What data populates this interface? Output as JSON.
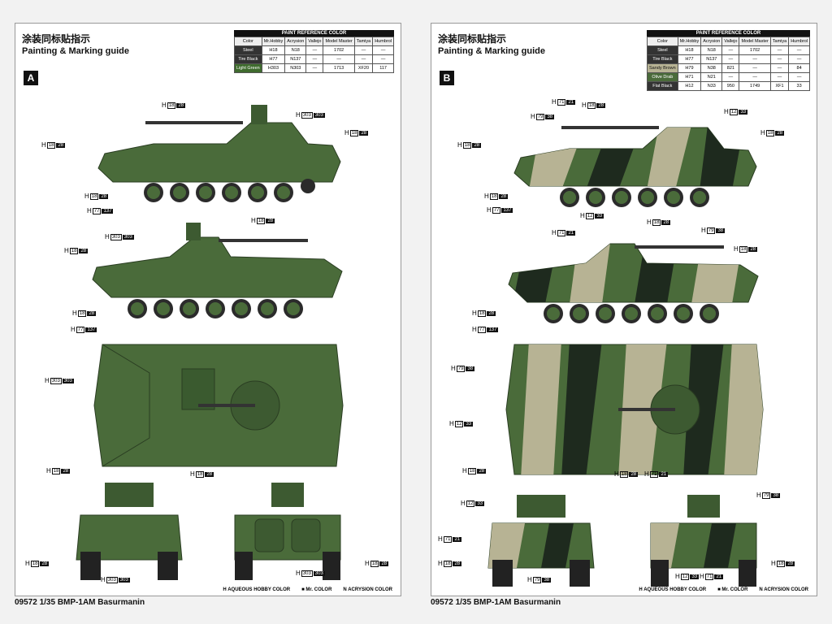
{
  "title_cn": "涂装同标贴指示",
  "title_en": "Painting & Marking guide",
  "footer": "09572 1/35 BMP-1AM Basurmanin",
  "table_caption": "PAINT REFERENCE COLOR",
  "table_headers": [
    "Color",
    "Mr.Hobby",
    "Acrysion",
    "Vallejo",
    "Model Master",
    "Tamiya",
    "Humbrol"
  ],
  "legend": [
    "AQUEOUS HOBBY COLOR",
    "Mr. COLOR",
    "ACRYSION COLOR"
  ],
  "legend_prefix": [
    "H",
    "",
    "N"
  ],
  "sheets": [
    {
      "badge": "A",
      "rows": [
        {
          "name": "Steel",
          "mh": "18",
          "ac": "18",
          "va": "—",
          "mm": "1702",
          "ta": "—",
          "hu": "—"
        },
        {
          "name": "Tire Black",
          "mh": "77",
          "ac": "137",
          "va": "—",
          "mm": "—",
          "ta": "—",
          "hu": "—"
        },
        {
          "name": "Light Green",
          "mh": "303",
          "ac": "303",
          "va": "—",
          "mm": "1713",
          "ta": "XF20",
          "hu": "117"
        }
      ]
    },
    {
      "badge": "B",
      "rows": [
        {
          "name": "Steel",
          "mh": "18",
          "ac": "18",
          "va": "—",
          "mm": "1702",
          "ta": "—",
          "hu": "—"
        },
        {
          "name": "Tire Black",
          "mh": "77",
          "ac": "137",
          "va": "—",
          "mm": "—",
          "ta": "—",
          "hu": "—"
        },
        {
          "name": "Sandy Brown",
          "mh": "79",
          "ac": "38",
          "va": "821",
          "mm": "—",
          "ta": "—",
          "hu": "84"
        },
        {
          "name": "Olive Drab",
          "mh": "71",
          "ac": "21",
          "va": "—",
          "mm": "—",
          "ta": "—",
          "hu": "—"
        },
        {
          "name": "Flat Black",
          "mh": "12",
          "ac": "33",
          "va": "950",
          "mm": "1749",
          "ta": "XF1",
          "hu": "33"
        }
      ]
    }
  ],
  "colors": {
    "green": "#4a6b3a",
    "green_dark": "#33502a",
    "sand": "#b7b394",
    "black": "#1e2a1e"
  },
  "codes_a": [
    {
      "prefix": "H",
      "a": "18",
      "b": "28"
    },
    {
      "prefix": "H",
      "a": "303",
      "b": "303"
    },
    {
      "prefix": "H",
      "a": "18",
      "b": "28"
    },
    {
      "prefix": "H",
      "a": "18",
      "b": "28"
    },
    {
      "prefix": "H",
      "a": "18",
      "b": "28"
    },
    {
      "prefix": "H",
      "a": "77",
      "b": "137"
    },
    {
      "prefix": "H",
      "a": "303",
      "b": "303"
    },
    {
      "prefix": "H",
      "a": "18",
      "b": "28"
    },
    {
      "prefix": "H",
      "a": "18",
      "b": "28"
    },
    {
      "prefix": "H",
      "a": "18",
      "b": "28"
    },
    {
      "prefix": "H",
      "a": "77",
      "b": "137"
    },
    {
      "prefix": "H",
      "a": "303",
      "b": "303"
    },
    {
      "prefix": "H",
      "a": "18",
      "b": "28"
    },
    {
      "prefix": "H",
      "a": "18",
      "b": "28"
    },
    {
      "prefix": "H",
      "a": "18",
      "b": "28"
    },
    {
      "prefix": "H",
      "a": "303",
      "b": "303"
    },
    {
      "prefix": "H",
      "a": "303",
      "b": "303"
    },
    {
      "prefix": "H",
      "a": "18",
      "b": "28"
    }
  ],
  "codes_b": [
    {
      "prefix": "H",
      "a": "71",
      "b": "21"
    },
    {
      "prefix": "H",
      "a": "18",
      "b": "28"
    },
    {
      "prefix": "H",
      "a": "79",
      "b": "38"
    },
    {
      "prefix": "H",
      "a": "12",
      "b": "33"
    },
    {
      "prefix": "H",
      "a": "18",
      "b": "28"
    },
    {
      "prefix": "H",
      "a": "18",
      "b": "28"
    },
    {
      "prefix": "H",
      "a": "18",
      "b": "28"
    },
    {
      "prefix": "H",
      "a": "77",
      "b": "137"
    },
    {
      "prefix": "H",
      "a": "12",
      "b": "33"
    },
    {
      "prefix": "H",
      "a": "18",
      "b": "28"
    },
    {
      "prefix": "H",
      "a": "71",
      "b": "21"
    },
    {
      "prefix": "H",
      "a": "79",
      "b": "38"
    },
    {
      "prefix": "H",
      "a": "18",
      "b": "28"
    },
    {
      "prefix": "H",
      "a": "18",
      "b": "28"
    },
    {
      "prefix": "H",
      "a": "77",
      "b": "137"
    },
    {
      "prefix": "H",
      "a": "79",
      "b": "38"
    },
    {
      "prefix": "H",
      "a": "12",
      "b": "33"
    },
    {
      "prefix": "H",
      "a": "18",
      "b": "28"
    },
    {
      "prefix": "H",
      "a": "18",
      "b": "28"
    },
    {
      "prefix": "H",
      "a": "71",
      "b": "21"
    },
    {
      "prefix": "H",
      "a": "12",
      "b": "33"
    },
    {
      "prefix": "H",
      "a": "79",
      "b": "38"
    },
    {
      "prefix": "H",
      "a": "71",
      "b": "21"
    },
    {
      "prefix": "H",
      "a": "18",
      "b": "28"
    },
    {
      "prefix": "H",
      "a": "79",
      "b": "38"
    },
    {
      "prefix": "H",
      "a": "18",
      "b": "28"
    },
    {
      "prefix": "H",
      "a": "12",
      "b": "33"
    },
    {
      "prefix": "H",
      "a": "71",
      "b": "21"
    }
  ]
}
